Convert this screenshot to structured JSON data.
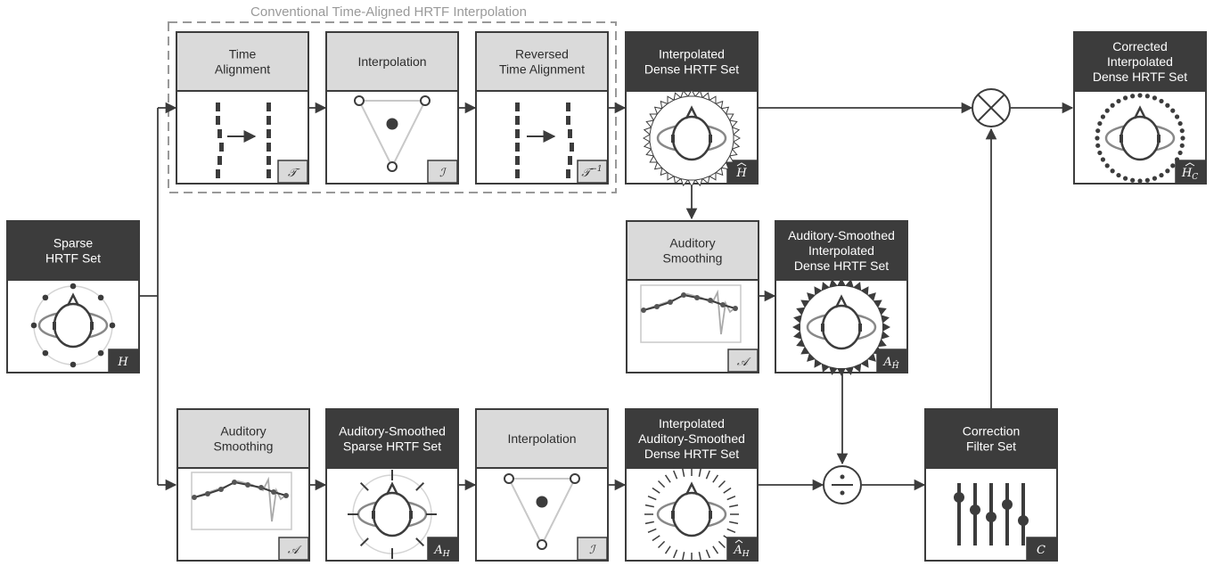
{
  "group_title": "Conventional Time-Aligned HRTF Interpolation",
  "nodes": {
    "time_alignment": {
      "label": [
        "Time",
        "Alignment"
      ],
      "badge": "𝒯"
    },
    "interp_top": {
      "label": [
        "Interpolation"
      ],
      "badge": "ℐ"
    },
    "reversed_time_alignment": {
      "label": [
        "Reversed",
        "Time Alignment"
      ],
      "badge": "𝒯",
      "badge_sup": "−1"
    },
    "interp_dense": {
      "label": [
        "Interpolated",
        "Dense HRTF Set"
      ],
      "badge": "H"
    },
    "corrected": {
      "label": [
        "Corrected",
        "Interpolated",
        "Dense HRTF Set"
      ],
      "badge": "H",
      "badge_sub": "C"
    },
    "sparse": {
      "label": [
        "Sparse",
        "HRTF Set"
      ],
      "badge": "H"
    },
    "smooth_mid": {
      "label": [
        "Auditory",
        "Smoothing"
      ],
      "badge": "𝒜"
    },
    "smoothed_interp_dense": {
      "label": [
        "Auditory-Smoothed",
        "Interpolated",
        "Dense HRTF Set"
      ],
      "badge": "A",
      "badge_sub": "Ĥ"
    },
    "smooth_bottom": {
      "label": [
        "Auditory",
        "Smoothing"
      ],
      "badge": "𝒜"
    },
    "smoothed_sparse": {
      "label": [
        "Auditory-Smoothed",
        "Sparse HRTF Set"
      ],
      "badge": "A",
      "badge_sub": "H"
    },
    "interp_bottom": {
      "label": [
        "Interpolation"
      ],
      "badge": "ℐ"
    },
    "interp_smoothed_dense": {
      "label": [
        "Interpolated",
        "Auditory-Smoothed",
        "Dense HRTF Set"
      ],
      "badge": "A",
      "badge_sub": "H"
    },
    "correction": {
      "label": [
        "Correction",
        "Filter Set"
      ],
      "badge": "C"
    }
  },
  "operators": {
    "multiply": "multiply-operator",
    "divide": "divide-operator"
  },
  "colors": {
    "dark_header": "#3c3c3c",
    "light_header": "#dadada",
    "stroke": "#3c3c3c",
    "plot_grey": "#aaaaaa"
  }
}
